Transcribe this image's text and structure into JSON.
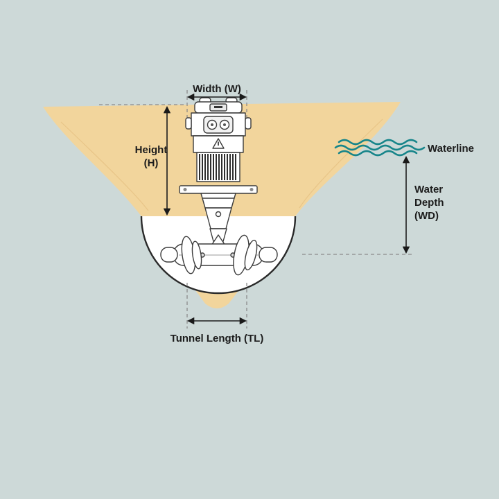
{
  "diagram": {
    "labels": {
      "width": "Width (W)",
      "height": "Height\n(H)",
      "waterline": "Waterline",
      "water_depth": "Water\nDepth\n(WD)",
      "tunnel_length": "Tunnel Length (TL)"
    },
    "colors": {
      "background": "#cdd9d8",
      "hull": "#f2d59c",
      "waterline": "#17858a",
      "ink": "#1c1c1c"
    }
  }
}
